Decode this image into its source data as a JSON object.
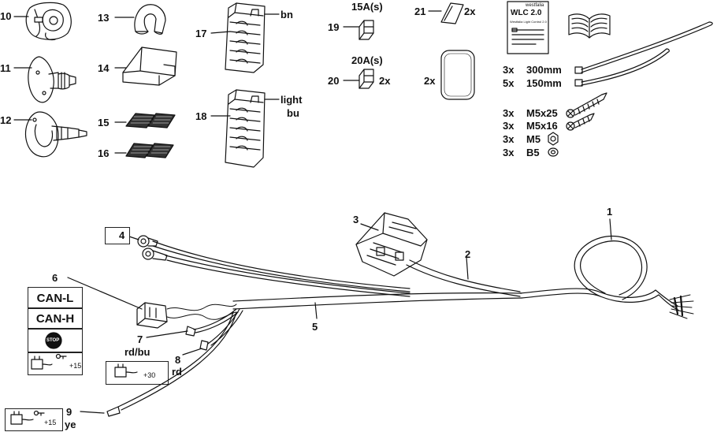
{
  "labels": {
    "p1": "1",
    "p2": "2",
    "p3": "3",
    "p4": "4",
    "p5": "5",
    "p6": "6",
    "p7": "7",
    "p8": "8",
    "p9": "9",
    "p10": "10",
    "p11": "11",
    "p12": "12",
    "p13": "13",
    "p14": "14",
    "p15": "15",
    "p16": "16",
    "p17": "17",
    "p18": "18",
    "p19": "19",
    "p20": "20",
    "p21": "21"
  },
  "colors": {
    "bn": "bn",
    "light": "light",
    "bu": "bu",
    "rd_bu": "rd/bu",
    "rd": "rd",
    "ye": "ye"
  },
  "fuses": {
    "fuse15": "15A(s)",
    "fuse20": "20A(s)",
    "qty20": "2x"
  },
  "parts": {
    "qty21": "2x",
    "qty_pad": "2x"
  },
  "manual": {
    "brand": "westfalia",
    "title": "WLC 2.0",
    "subtitle": "Westfalia Light Control 2.0"
  },
  "hardware": [
    {
      "qty": "3x",
      "desc": "300mm"
    },
    {
      "qty": "5x",
      "desc": "150mm"
    },
    {
      "qty": "3x",
      "desc": "M5x25"
    },
    {
      "qty": "3x",
      "desc": "M5x16"
    },
    {
      "qty": "3x",
      "desc": "M5"
    },
    {
      "qty": "3x",
      "desc": "B5"
    }
  ],
  "signals": {
    "can_l": "CAN-L",
    "can_h": "CAN-H",
    "stop": "STOP",
    "plus15_a": "+15",
    "plus30": "+30",
    "plus15_b": "+15"
  }
}
